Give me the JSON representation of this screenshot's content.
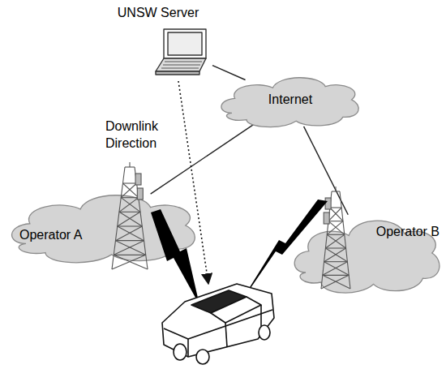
{
  "diagram": {
    "nodes": [
      {
        "text": [
          "UNSW Server"
        ]
      },
      {
        "text": [
          "Internet"
        ]
      },
      {
        "text": [
          "Operator A"
        ]
      },
      {
        "text": [
          "Operator B"
        ]
      }
    ],
    "edges": [
      {
        "from": 0,
        "to": 1,
        "arrow": "none"
      },
      {
        "from": 1,
        "to": 2,
        "arrow": "none"
      },
      {
        "from": 1,
        "to": 3,
        "arrow": "none"
      }
    ],
    "labels": [
      "Downlink Direction"
    ]
  }
}
